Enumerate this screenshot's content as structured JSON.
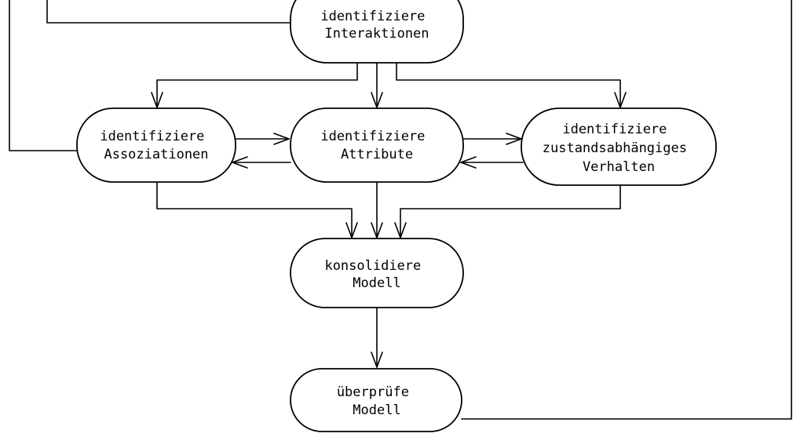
{
  "diagram": {
    "nodes": {
      "interaktionen": {
        "lines": [
          "identifiziere",
          "Interaktionen"
        ]
      },
      "assoziationen": {
        "lines": [
          "identifiziere",
          "Assoziationen"
        ]
      },
      "attribute": {
        "lines": [
          "identifiziere",
          "Attribute"
        ]
      },
      "verhalten": {
        "lines": [
          "identifiziere",
          "zustandsabhängiges",
          "Verhalten"
        ]
      },
      "konsolidiere": {
        "lines": [
          "konsolidiere",
          "Modell"
        ]
      },
      "ueberpruefe": {
        "lines": [
          "überprüfe",
          "Modell"
        ]
      }
    },
    "colors": {
      "stroke": "#000000",
      "fill": "#ffffff"
    }
  }
}
